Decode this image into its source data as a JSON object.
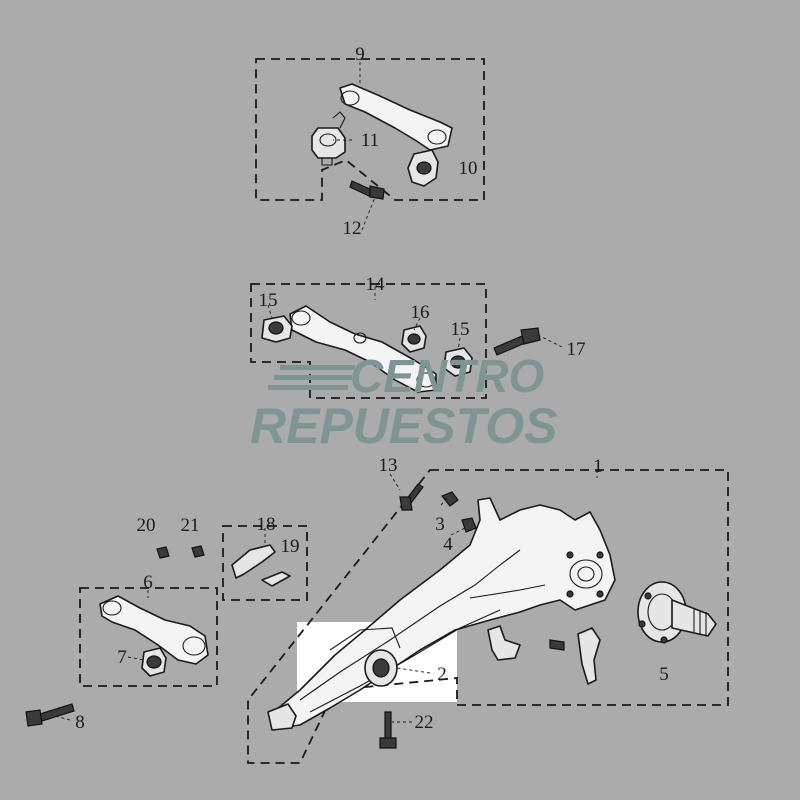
{
  "watermark": {
    "line1": "CENTRO",
    "line2": "REPUESTOS"
  },
  "callouts": {
    "c1": "1",
    "c2": "2",
    "c3": "3",
    "c4": "4",
    "c5": "5",
    "c6": "6",
    "c7": "7",
    "c8": "8",
    "c9": "9",
    "c10": "10",
    "c11": "11",
    "c12": "12",
    "c13": "13",
    "c14": "14",
    "c15a": "15",
    "c15b": "15",
    "c16": "16",
    "c17": "17",
    "c18": "18",
    "c19": "19",
    "c20": "20",
    "c21": "21",
    "c22": "22"
  },
  "colors": {
    "background": "#ababab",
    "watermark": "#7e9594",
    "highlight": "#ffffff",
    "ink": "#1a1a1a"
  }
}
